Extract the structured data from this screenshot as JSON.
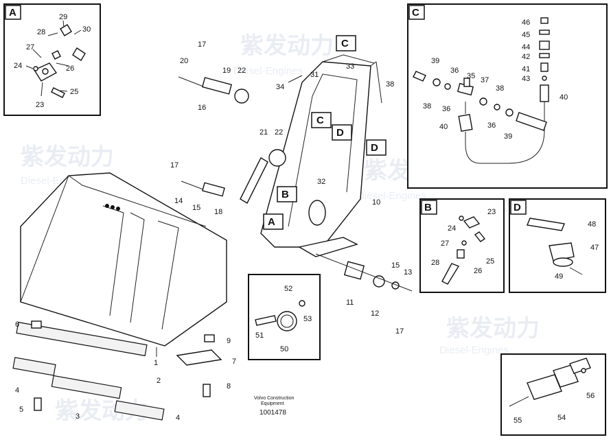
{
  "footer": {
    "line1": "Volvo Construction",
    "line2": "Equipment",
    "part_number": "1001478"
  },
  "watermark": {
    "cn": "紫发动力",
    "en": "Diesel-Engines"
  },
  "detail_boxes": {
    "a": "A",
    "b": "B",
    "c": "C",
    "d": "D"
  },
  "callouts": {
    "c1": "1",
    "c2": "2",
    "c3": "3",
    "c4a": "4",
    "c4b": "4",
    "c5": "5",
    "c6": "6",
    "c7": "7",
    "c8": "8",
    "c9": "9",
    "c10": "10",
    "c11": "11",
    "c12": "12",
    "c13": "13",
    "c14": "14",
    "c15a": "15",
    "c15b": "15",
    "c16": "16",
    "c17a": "17",
    "c17b": "17",
    "c17c": "17",
    "c18": "18",
    "c19": "19",
    "c20": "20",
    "c21": "21",
    "c22a": "22",
    "c22b": "22",
    "c31": "31",
    "c32": "32",
    "c33": "33",
    "c34": "34",
    "c38main": "38",
    "c50": "50",
    "c51": "51",
    "c52": "52",
    "c53": "53",
    "a23": "23",
    "a24": "24",
    "a25": "25",
    "a26": "26",
    "a27": "27",
    "a28": "28",
    "a29": "29",
    "a30": "30",
    "k35": "35",
    "k36a": "36",
    "k36b": "36",
    "k36c": "36",
    "k37": "37",
    "k38a": "38",
    "k38b": "38",
    "k39a": "39",
    "k39b": "39",
    "k40a": "40",
    "k40b": "40",
    "k41": "41",
    "k42": "42",
    "k43": "43",
    "k44": "44",
    "k45": "45",
    "k46": "46",
    "b23": "23",
    "b24": "24",
    "b25": "25",
    "b26": "26",
    "b27": "27",
    "b28": "28",
    "d47": "47",
    "d48": "48",
    "d49": "49",
    "e54": "54",
    "e55": "55",
    "e56": "56"
  }
}
